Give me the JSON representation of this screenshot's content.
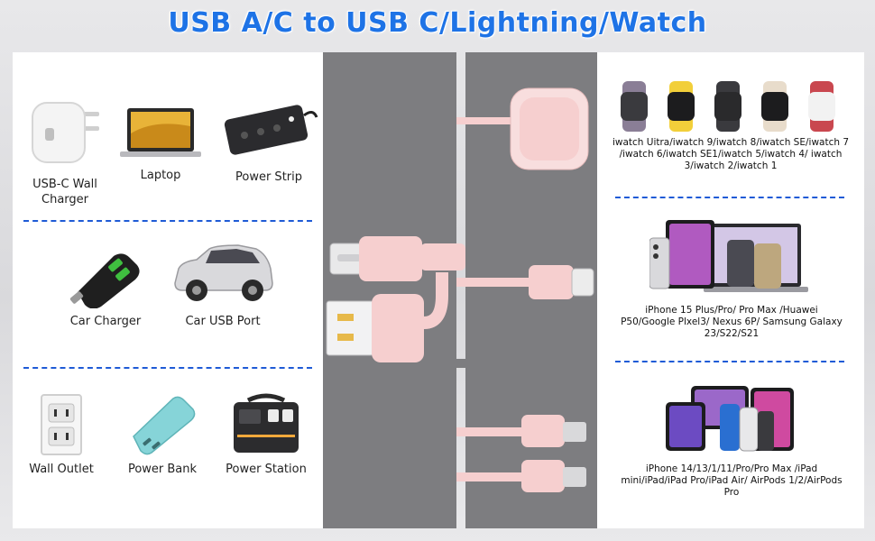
{
  "title": "USB A/C to USB C/Lightning/Watch",
  "sources": {
    "row1": [
      {
        "label": "USB-C Wall Charger",
        "icon": "wall-charger-icon"
      },
      {
        "label": "Laptop",
        "icon": "laptop-icon"
      },
      {
        "label": "Power Strip",
        "icon": "power-strip-icon"
      }
    ],
    "row2": [
      {
        "label": "Car Charger",
        "icon": "car-charger-icon"
      },
      {
        "label": "Car USB Port",
        "icon": "car-icon"
      }
    ],
    "row3": [
      {
        "label": "Wall Outlet",
        "icon": "wall-outlet-icon"
      },
      {
        "label": "Power Bank",
        "icon": "power-bank-icon"
      },
      {
        "label": "Power Station",
        "icon": "power-station-icon"
      }
    ]
  },
  "devices": {
    "watch_caption": "iwatch Uitra/iwatch 9/iwatch 8/iwatch SE/iwatch 7 /iwatch 6/iwatch SE1/iwatch 5/iwatch 4/ iwatch 3/iwatch 2/iwatch 1",
    "phone_caption": "iPhone 15 Plus/Pro/ Pro Max /Huawei P50/Google Plxel3/ Nexus 6P/ Samsung Galaxy 23/S22/S21",
    "ipad_caption": "iPhone 14/13/1/11/Pro/Pro Max /iPad mini/iPad/iPad Pro/iPad Air/ AirPods 1/2/AirPods Pro"
  },
  "colors": {
    "accent": "#1e73e6",
    "dash": "#1f5bd6",
    "cable": "#f6cfcf",
    "gray_panel": "#7d7d80"
  }
}
